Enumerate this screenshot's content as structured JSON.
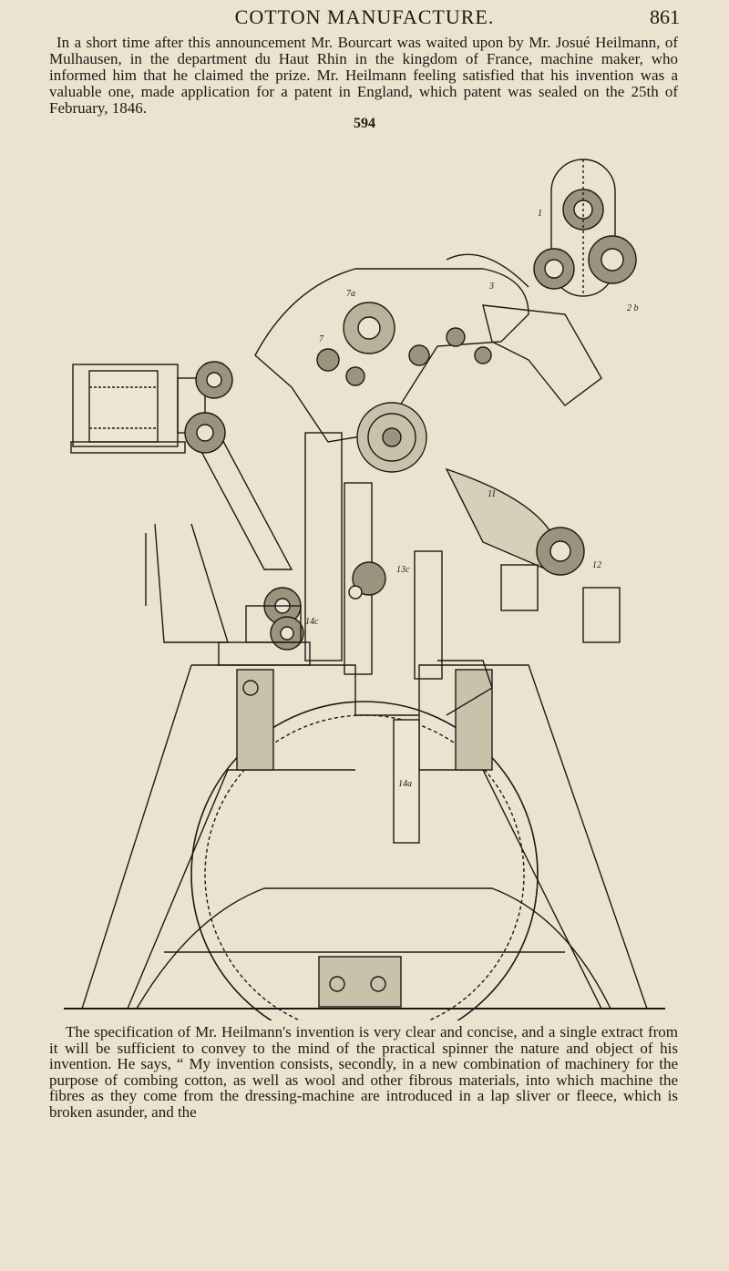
{
  "header": {
    "title": "COTTON MANUFACTURE.",
    "page_number": "861"
  },
  "top_paragraph": "In a short time after this announcement Mr. Bourcart was waited upon by Mr. Josué Heilmann, of Mulhausen, in the department du Haut Rhin in the kingdom of France, machine maker, who informed him that he claimed the prize. Mr. Heilmann feeling satisfied that his invention was a valuable one, made application for a patent in England, which patent was sealed on the 25th of February, 1846.",
  "figure": {
    "number": "594",
    "labels": {
      "l1": "1",
      "l2b": "2 b",
      "l3": "3",
      "l7a": "7a",
      "l7": "7",
      "l11": "11",
      "l12": "12",
      "l13c": "13c",
      "l14c": "14c",
      "l14a": "14a"
    }
  },
  "bottom_paragraph": "The specification of Mr. Heilmann's invention is very clear and concise, and a single extract from it will be sufficient to convey to the mind of the practical spinner the nature and object of his invention. He says, “ My invention consists, secondly, in a new combination of machinery for the purpose of combing cotton, as well as wool and other fibrous materials, into which machine the fibres as they come from the dressing-machine are introduced in a lap sliver or fleece, which is broken asunder, and the"
}
